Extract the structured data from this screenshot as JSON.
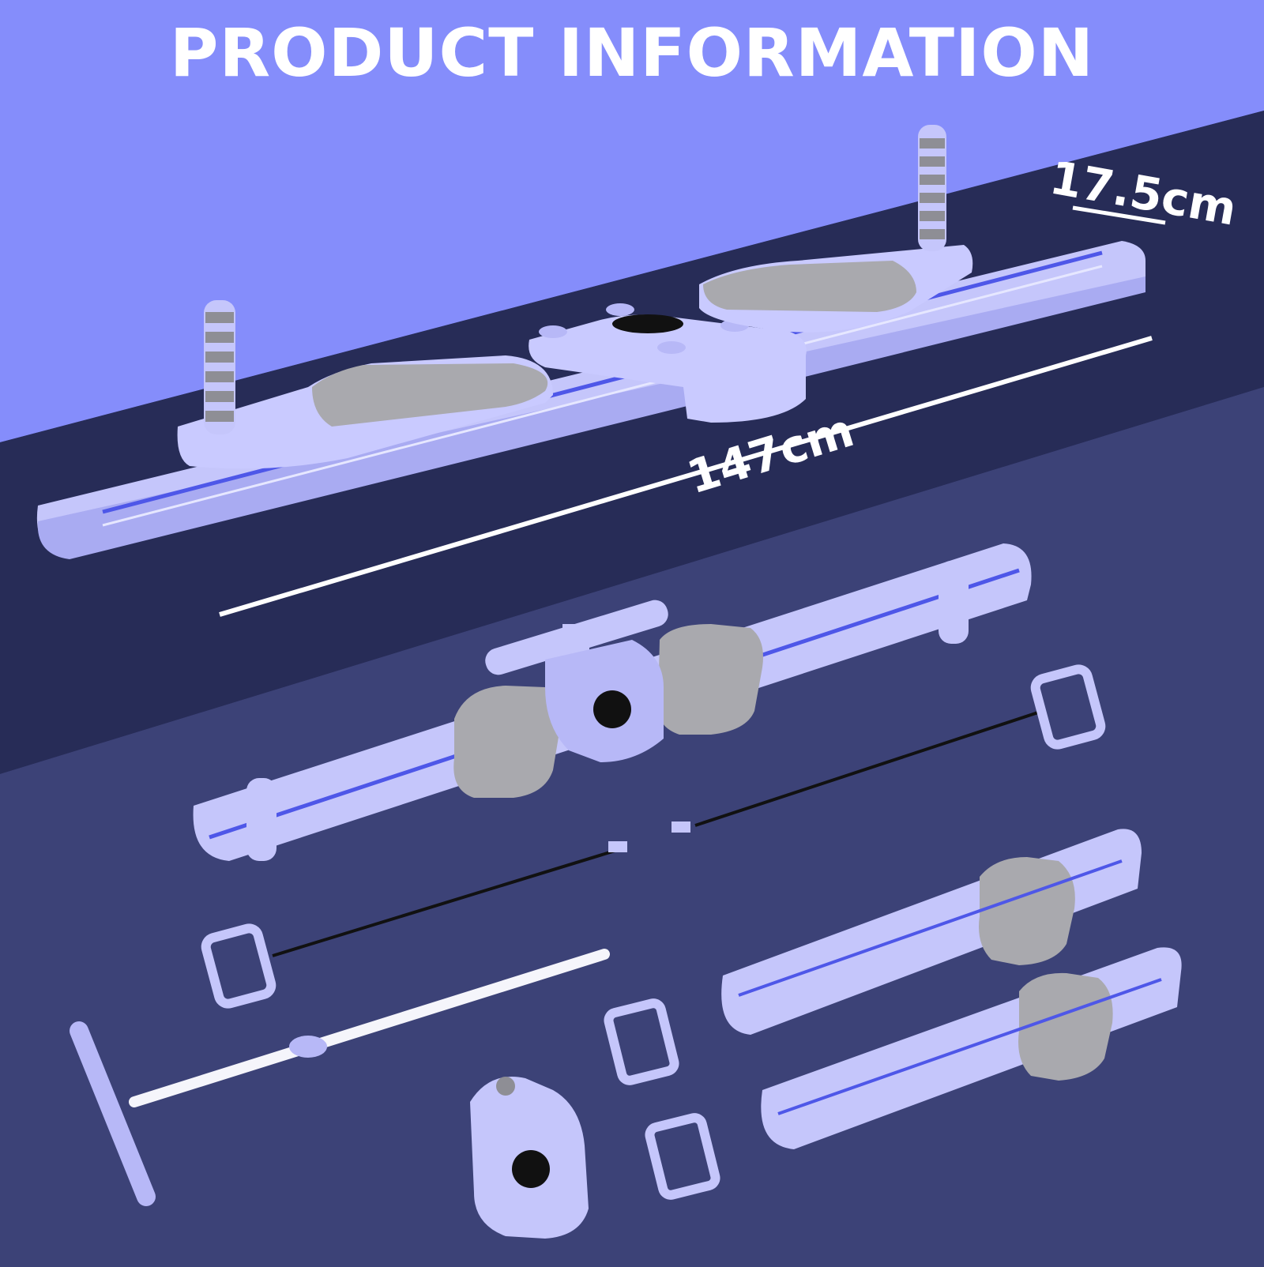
{
  "header": {
    "title": "PRODUCT INFORMATION"
  },
  "dimensions": {
    "length": "147cm",
    "width": "17.5cm"
  },
  "colors": {
    "top_background": "#858dfb",
    "diagonal_band": "#272c57",
    "bottom_background": "#3c4277",
    "board": "#c5c6fb",
    "board_shadow": "#a9abf2",
    "groove": "#4e57e8",
    "pad": "#a9a9ae",
    "grip": "#8e8e95",
    "text": "#ffffff"
  },
  "icons": {
    "assembled_board": "ski-trainer-board-illustration",
    "board_section": "board-section-illustration",
    "resistance_band": "resistance-band-illustration",
    "pole": "pole-illustration",
    "handle": "handle-illustration",
    "hub": "center-hub-illustration"
  }
}
